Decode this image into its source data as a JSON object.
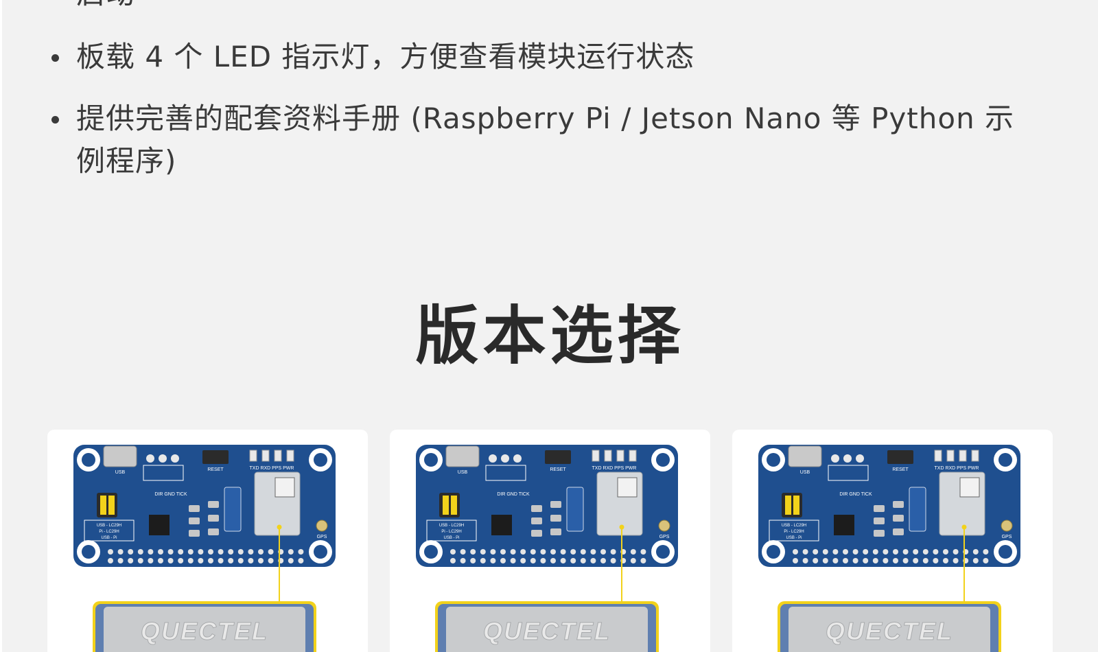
{
  "features": [
    "启动",
    "板载 4 个 LED 指示灯，方便查看模块运行状态",
    "提供完善的配套资料手册 (Raspberry Pi / Jetson Nano 等 Python 示例程序)"
  ],
  "section_title": "版本选择",
  "cards": [
    {
      "module_brand": "QUECTEL",
      "board_labels": {
        "reset": "RESET",
        "usb": "USB",
        "leds": "TXD RXD PPS PWR",
        "dip": "DIR GND TICK",
        "gps": "GPS",
        "modes": [
          "USB - LC29H",
          "Pi - LC29H",
          "USB - Pi"
        ]
      }
    },
    {
      "module_brand": "QUECTEL",
      "board_labels": {
        "reset": "RESET",
        "usb": "USB",
        "leds": "TXD RXD PPS PWR",
        "dip": "DIR GND TICK",
        "gps": "GPS",
        "modes": [
          "USB - LC29H",
          "Pi - LC29H",
          "USB - Pi"
        ]
      }
    },
    {
      "module_brand": "QUECTEL",
      "board_labels": {
        "reset": "RESET",
        "usb": "USB",
        "leds": "TXD RXD PPS PWR",
        "dip": "DIR GND TICK",
        "gps": "GPS",
        "modes": [
          "USB - LC29H",
          "Pi - LC29H",
          "USB - Pi"
        ]
      }
    }
  ],
  "colors": {
    "panel_bg": "#f2f2f2",
    "board_blue": "#1f4f8f",
    "accent_yellow": "#f2d21b"
  }
}
